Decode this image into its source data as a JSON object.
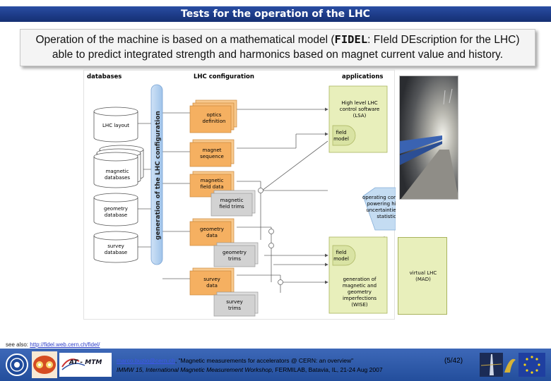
{
  "slide": {
    "title": "Tests for the operation of the LHC",
    "intro_line1_pre": "Operation of the machine is based on a mathematical model (",
    "intro_fidel": "FIDEL",
    "intro_line1_post": ": FIeld DEscription for the LHC)",
    "intro_line2": "able to predict integrated strength and harmonics based on magnet current value and history."
  },
  "diagram": {
    "headers": {
      "databases": "databases",
      "config": "LHC configuration",
      "apps": "applications"
    },
    "vertical_label": "generation of the LHC configuration",
    "databases": {
      "layout": "LHC layout",
      "magnetic_1": "magnetic",
      "magnetic_2": "databases",
      "geometry_1": "geometry",
      "geometry_2": "database",
      "survey_1": "survey",
      "survey_2": "database"
    },
    "config": {
      "optics_1": "optics",
      "optics_2": "definition",
      "sequence_1": "magnet",
      "sequence_2": "sequence",
      "field_1": "magnetic",
      "field_2": "field data",
      "fieldtrims_1": "magnetic",
      "fieldtrims_2": "field trims",
      "geodata_1": "geometry",
      "geodata_2": "data",
      "geotrims_1": "geometry",
      "geotrims_2": "trims",
      "surveydata_1": "survey",
      "surveydata_2": "data",
      "surveytrims_1": "survey",
      "surveytrims_2": "trims"
    },
    "apps": {
      "lsa_1": "High level LHC",
      "lsa_2": "control software",
      "lsa_3": "(LSA)",
      "field_model_1": "field",
      "field_model_2": "model",
      "opcond_1": "operating conditions",
      "opcond_2": "powering history",
      "opcond_3": "uncertainties and",
      "opcond_4": "statistics",
      "field_model_b1": "field",
      "field_model_b2": "model",
      "wise_1": "generation of",
      "wise_2": "magnetic and",
      "wise_3": "geometry",
      "wise_4": "imperfections",
      "wise_5": "(WISE)",
      "mad_1": "virtual LHC",
      "mad_2": "(MAD)"
    }
  },
  "footer": {
    "see_also_label": "see also:",
    "see_also_link": "http://fidel.web.cern.ch/fidel/",
    "email": "marco.buzio@cern.ch",
    "talk_title": ", \"Magnetic measurements for accelerators @ CERN: an overview\"",
    "workshop": "IMMW 15, International Magnetic Measurement Workshop,",
    "venue": " FERMILAB, Batavia, IL, 21-24 Aug 2007",
    "page": "(5/42)",
    "logo_at_mtm": "AT - MTM"
  },
  "colors": {
    "title_bar": "#1c3a86",
    "footer": "#2a56a4",
    "orange": "#f5b061",
    "green": "#e8efbb",
    "blue": "#bed7f1"
  }
}
